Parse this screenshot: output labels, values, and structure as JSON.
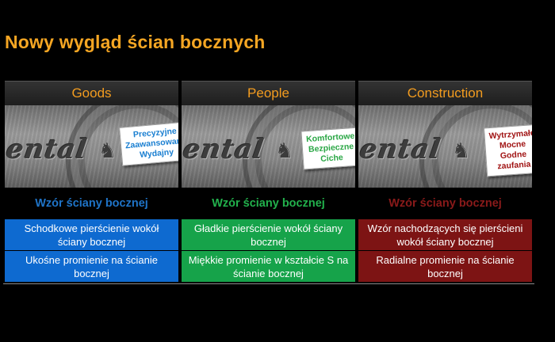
{
  "title": "Nowy wygląd ścian bocznych",
  "tire_brand": "ental",
  "columns": [
    {
      "header": "Goods",
      "note_lines": [
        "Precyzyjne",
        "Zaawansowane",
        "Wydajny"
      ],
      "note_color": "#1a7fd1",
      "subheading": "Wzór ściany bocznej",
      "subheading_color": "#1f74c8",
      "cell_color": "#0e6ad0",
      "rows": [
        "Schodkowe pierścienie wokół ściany bocznej",
        "Ukośne promienie na ścianie bocznej"
      ]
    },
    {
      "header": "People",
      "note_lines": [
        "Komfortowe",
        "Bezpieczne",
        "Ciche"
      ],
      "note_color": "#2aa745",
      "subheading": "Wzór ściany bocznej",
      "subheading_color": "#22b14c",
      "cell_color": "#16a34a",
      "rows": [
        "Gładkie pierścienie wokół ściany bocznej",
        "Miękkie promienie w kształcie S na ścianie bocznej"
      ]
    },
    {
      "header": "Construction",
      "note_lines": [
        "Wytrzymałe",
        "Mocne",
        "Godne zaufania"
      ],
      "note_color": "#a11414",
      "subheading": "Wzór ściany bocznej",
      "subheading_color": "#8a1a1a",
      "cell_color": "#7d1414",
      "rows": [
        "Wzór nachodzących się pierścieni wokół ściany bocznej",
        "Radialne promienie na ścianie bocznej"
      ]
    }
  ]
}
